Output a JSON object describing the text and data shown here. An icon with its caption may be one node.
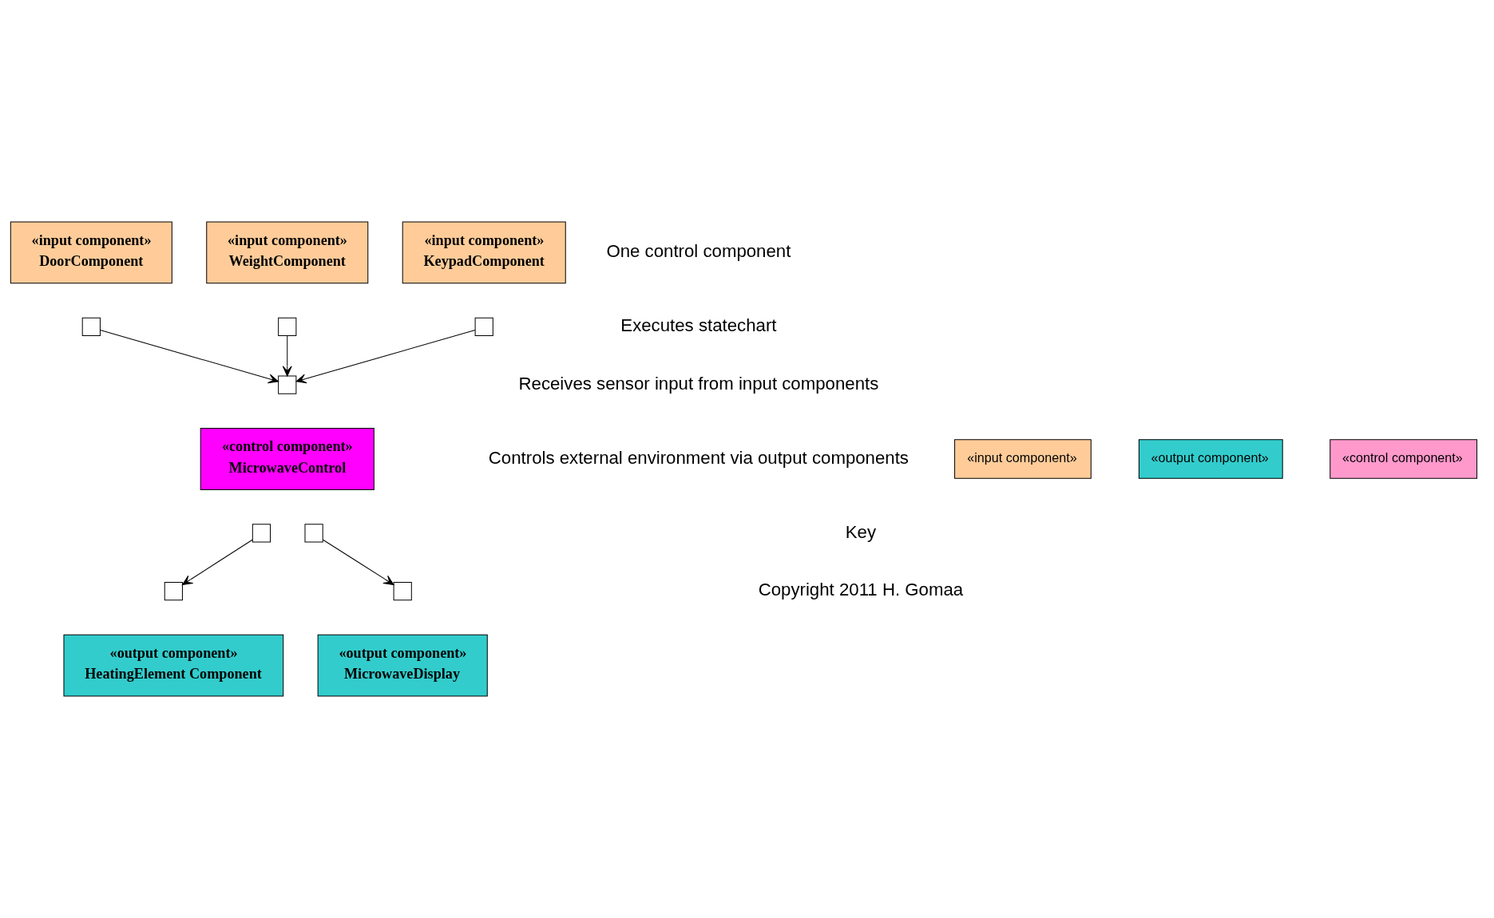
{
  "diagram": {
    "nodes": [
      {
        "text": [
          "«input component»",
          "DoorComponent"
        ]
      },
      {
        "text": [
          "«input component»",
          "WeightComponent"
        ]
      },
      {
        "text": [
          "«input component»",
          "KeypadComponent"
        ]
      },
      {
        "text": [],
        "shape": "box"
      },
      {
        "text": [],
        "shape": "box"
      },
      {
        "text": [],
        "shape": "box"
      },
      {
        "text": [],
        "shape": "box"
      },
      {
        "text": [
          "«control component»",
          "MicrowaveControl"
        ]
      },
      {
        "text": [],
        "shape": "box"
      },
      {
        "text": [],
        "shape": "box"
      },
      {
        "text": [],
        "shape": "box"
      },
      {
        "text": [],
        "shape": "box"
      },
      {
        "text": [
          "«output component»",
          "HeatingElement Component"
        ]
      },
      {
        "text": [
          "«output component»",
          "MicrowaveDisplay"
        ]
      }
    ],
    "edges": [
      {
        "from": 3,
        "to": 6,
        "arrow": "to"
      },
      {
        "from": 4,
        "to": 6,
        "arrow": "to"
      },
      {
        "from": 5,
        "to": 6,
        "arrow": "to"
      },
      {
        "from": 8,
        "to": 10,
        "arrow": "to"
      },
      {
        "from": 9,
        "to": 11,
        "arrow": "to"
      }
    ],
    "labels": [
      "One control component",
      "Executes statechart",
      "Receives sensor input from input components",
      "Controls external environment via output components",
      "Key",
      "Copyright 2011 H. Gomaa"
    ],
    "legend": [
      {
        "text": "«input component»",
        "color": "#ffcc99"
      },
      {
        "text": "«output component»",
        "color": "#33cccc"
      },
      {
        "text": "«control component»",
        "color": "#ff99cc"
      }
    ]
  }
}
